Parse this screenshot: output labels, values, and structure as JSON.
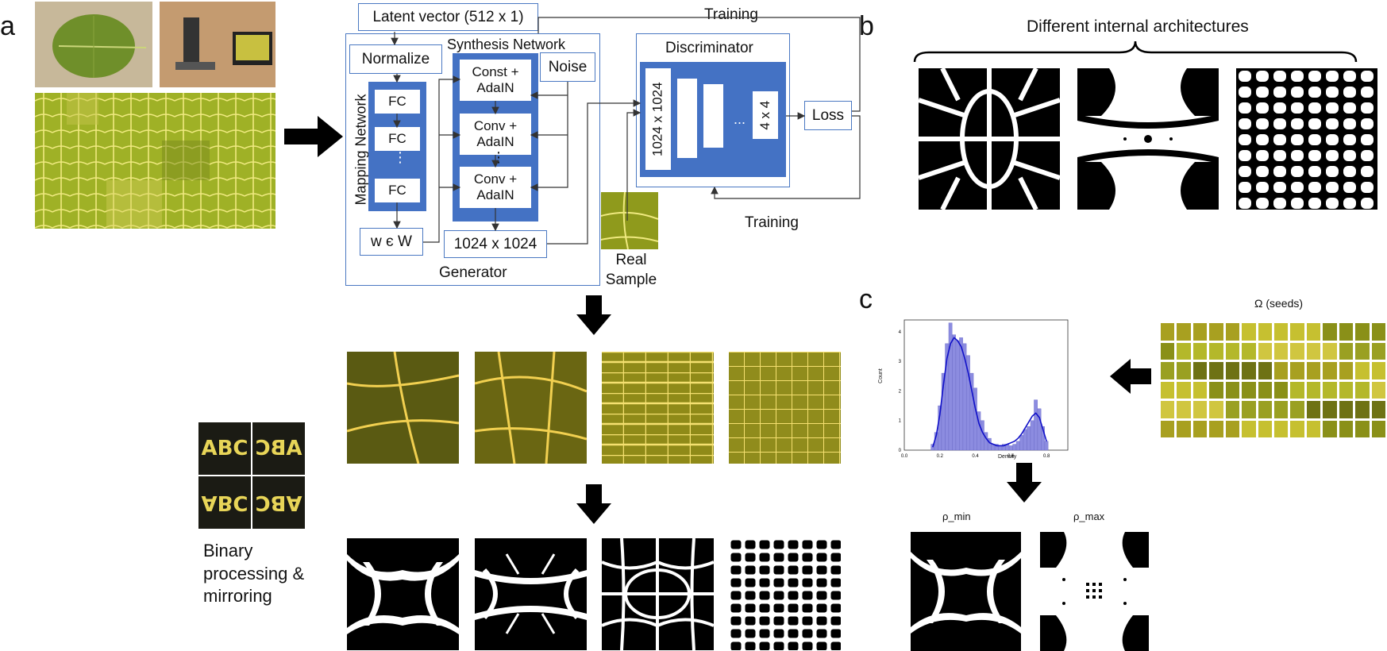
{
  "panels": {
    "a": "a",
    "b": "b",
    "c": "c"
  },
  "generator": {
    "latent": "Latent vector (512 x 1)",
    "normalize": "Normalize",
    "synthesis_title": "Synthesis Network",
    "mapping_title": "Mapping Network",
    "fc": "FC",
    "dots": "⋮",
    "w": "w є W",
    "const": "Const + AdaIN",
    "conv1": "Conv + AdaIN",
    "conv2": "Conv + AdaIN",
    "noise": "Noise",
    "out_res": "1024 x 1024",
    "title": "Generator"
  },
  "discriminator": {
    "title": "Discriminator",
    "layer_first": "1024 x 1024",
    "ellipsis": "...",
    "layer_last": "4 x 4",
    "loss": "Loss",
    "training_top": "Training",
    "training_bottom": "Training"
  },
  "real_sample": "Real Sample",
  "abc": {
    "tl": "ABC",
    "tr": "ABC",
    "bl": "ABC",
    "br": "ABC"
  },
  "binary_caption": "Binary processing & mirroring",
  "b_title": "Different internal architectures",
  "c_panel": {
    "seeds": "Ω (seeds)",
    "rho_min": "ρ_min",
    "rho_max": "ρ_max",
    "xlabel": "Density",
    "ylabel": "Count",
    "xticks": [
      "0.0",
      "0.2",
      "0.4",
      "0.6",
      "0.8"
    ],
    "yticks": [
      "0",
      "1",
      "2",
      "3",
      "4"
    ]
  },
  "colors": {
    "accent_blue": "#4472c4",
    "leaf_yellow": "#c9c22a",
    "dark": "#000000"
  },
  "chart_data": {
    "type": "bar",
    "xlabel": "Density",
    "ylabel": "Count",
    "xlim": [
      0.0,
      0.92
    ],
    "ylim": [
      0,
      4.4
    ],
    "x": [
      0.16,
      0.18,
      0.2,
      0.22,
      0.24,
      0.26,
      0.28,
      0.3,
      0.32,
      0.34,
      0.36,
      0.38,
      0.4,
      0.42,
      0.44,
      0.46,
      0.48,
      0.5,
      0.52,
      0.54,
      0.56,
      0.58,
      0.6,
      0.62,
      0.64,
      0.66,
      0.68,
      0.7,
      0.72,
      0.74,
      0.76,
      0.78,
      0.8
    ],
    "values": [
      0.2,
      0.6,
      1.5,
      2.6,
      3.6,
      4.3,
      3.9,
      3.7,
      3.8,
      3.6,
      3.2,
      2.6,
      2.1,
      1.3,
      1.0,
      0.6,
      0.4,
      0.2,
      0.2,
      0.15,
      0.2,
      0.2,
      0.15,
      0.2,
      0.3,
      0.5,
      0.7,
      0.8,
      1.0,
      1.7,
      1.4,
      0.8,
      0.3
    ],
    "kde": [
      0.1,
      0.5,
      1.2,
      2.2,
      3.1,
      3.6,
      3.8,
      3.7,
      3.5,
      3.1,
      2.6,
      2.0,
      1.4,
      0.9,
      0.6,
      0.4,
      0.25,
      0.2,
      0.15,
      0.15,
      0.15,
      0.2,
      0.25,
      0.3,
      0.4,
      0.55,
      0.75,
      0.95,
      1.15,
      1.25,
      1.1,
      0.7,
      0.3
    ]
  }
}
